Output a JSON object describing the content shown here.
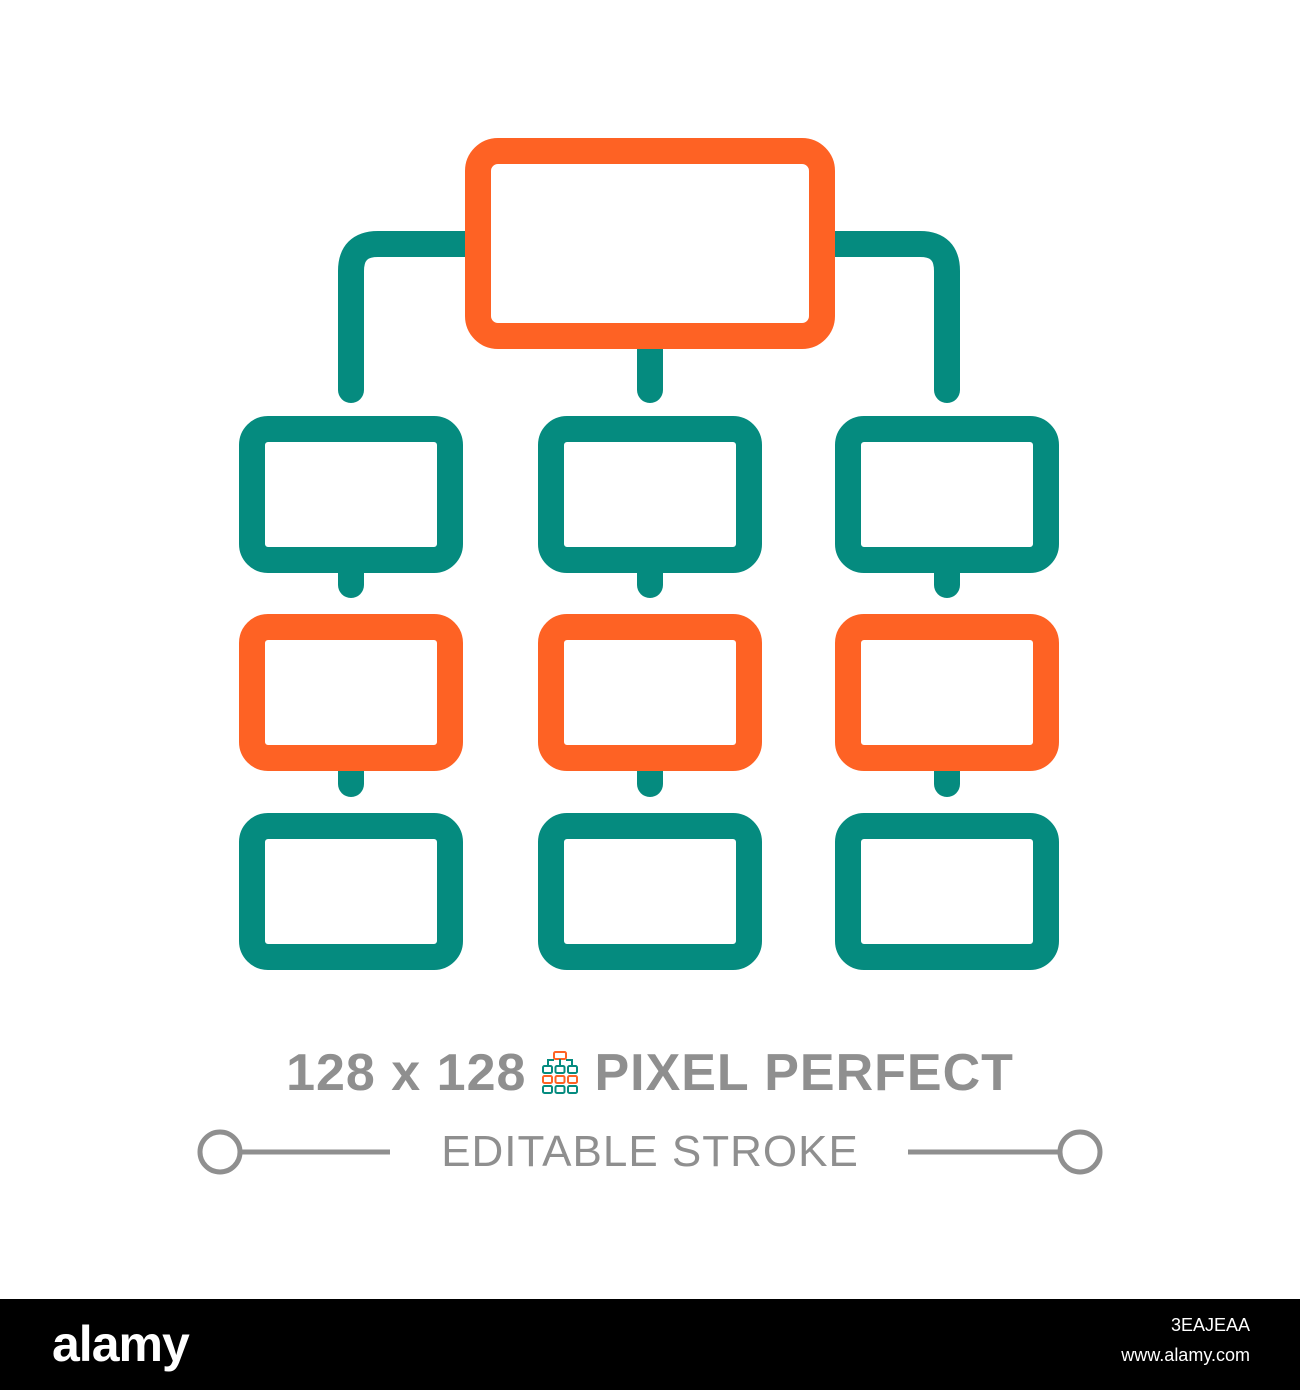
{
  "colors": {
    "orange": "#fe6224",
    "teal": "#058b7f",
    "caption": "#8f8f8f",
    "background": "#ffffff",
    "footer": "#000000"
  },
  "icon": {
    "name": "hierarchy-structure-icon",
    "grid": [
      [
        "teal",
        "teal",
        "teal"
      ],
      [
        "orange",
        "orange",
        "orange"
      ],
      [
        "teal",
        "teal",
        "teal"
      ]
    ],
    "root_color": "orange"
  },
  "caption": {
    "size_text": "128 x 128",
    "mini_icon": "hierarchy-mini-icon",
    "pixel_text": "PIXEL PERFECT",
    "stroke_text": "EDITABLE STROKE"
  },
  "footer": {
    "brand": "alamy",
    "image_id": "3EAJEAA",
    "url": "www.alamy.com"
  }
}
